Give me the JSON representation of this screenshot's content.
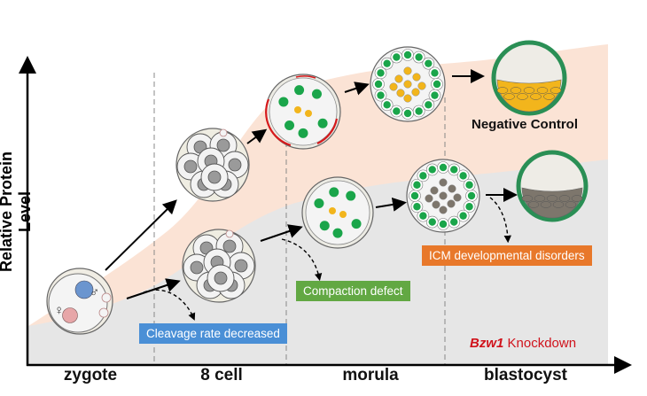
{
  "axis": {
    "y_label": "Relative Protein Level"
  },
  "stages": [
    "zygote",
    "8 cell",
    "morula",
    "blastocyst"
  ],
  "labels": {
    "negative_control": "Negative Control",
    "knockdown_gene": "Bzw1",
    "knockdown_suffix": " Knockdown",
    "cleavage": "Cleavage rate decreased",
    "compaction": "Compaction defect",
    "icm": "ICM developmental disorders"
  },
  "symbols": {
    "male": "♂",
    "female": "♀"
  },
  "colors": {
    "control_band": "#fbe3d5",
    "knockdown_band": "#e6e6e6",
    "green_nucleus": "#1aa54a",
    "yellow_icm": "#f2b51c",
    "gray_icm": "#7d766c",
    "compaction_red": "#d7191c",
    "trophectoderm": "#2a8f55",
    "blue_label": "#4a8fd6",
    "green_label": "#62a843",
    "orange_label": "#e8782a",
    "knockdown_text": "#d0121b"
  }
}
